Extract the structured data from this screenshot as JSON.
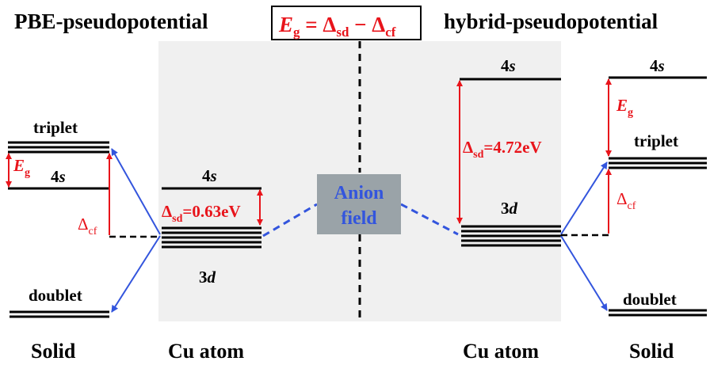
{
  "titles": {
    "left": "PBE-pseudopotential",
    "center": {
      "e": "E",
      "g": "g",
      "eq": " = Δ",
      "sd": "sd",
      "minus": " − Δ",
      "cf": "cf"
    },
    "right": "hybrid-pseudopotential"
  },
  "left_solid": {
    "triplet": "triplet",
    "eg": {
      "e": "E",
      "g": "g"
    },
    "four_s": {
      "n": "4",
      "s": "s"
    },
    "delta_cf": {
      "d": "Δ",
      "sub": "cf"
    },
    "doublet": "doublet",
    "caption": "Solid"
  },
  "left_cu": {
    "four_s": {
      "n": "4",
      "s": "s"
    },
    "delta_sd": {
      "d": "Δ",
      "sub": "sd",
      "val": "=0.63eV"
    },
    "three_d": {
      "n": "3",
      "d": "d"
    },
    "caption": "Cu atom"
  },
  "anion": {
    "line1": "Anion",
    "line2": "field"
  },
  "right_cu": {
    "four_s": {
      "n": "4",
      "s": "s"
    },
    "delta_sd": {
      "d": "Δ",
      "sub": "sd",
      "val": "=4.72eV"
    },
    "three_d": {
      "n": "3",
      "d": "d"
    },
    "caption": "Cu atom"
  },
  "right_solid": {
    "four_s": {
      "n": "4",
      "s": "s"
    },
    "eg": {
      "e": "E",
      "g": "g"
    },
    "triplet": "triplet",
    "delta_cf": {
      "d": "Δ",
      "sub": "cf"
    },
    "doublet": "doublet",
    "caption": "Solid"
  },
  "colors": {
    "red": "#e8141b",
    "blue": "#3355dd",
    "gray_box": "#9aa3a8",
    "shade": "#f0f0f0",
    "black": "#000000"
  }
}
